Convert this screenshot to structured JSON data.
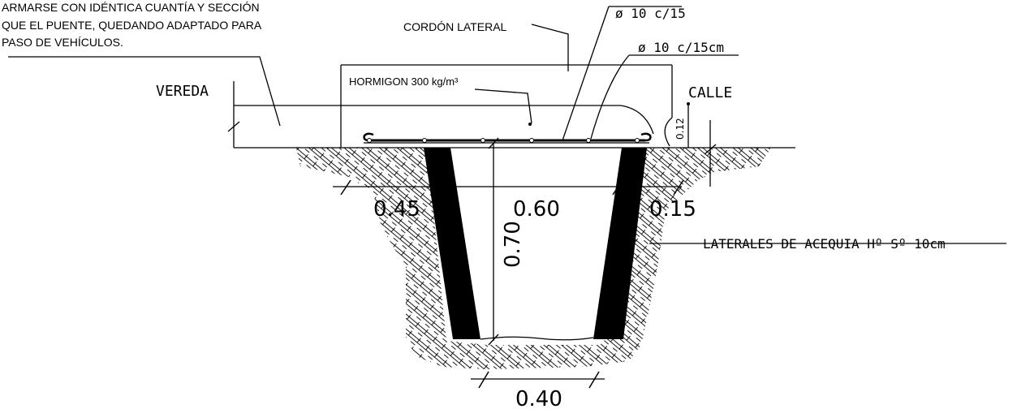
{
  "notes": {
    "line1": "ARMARSE CON IDÉNTICA CUANTÍA Y SECCIÓN",
    "line2": "QUE EL PUENTE, QUEDANDO ADAPTADO PARA",
    "line3": "PASO DE VEHÍCULOS."
  },
  "labels": {
    "cordon": "CORDÓN LATERAL",
    "rebar_top": "ø 10 c/15",
    "rebar_second": "ø 10 c/15cm",
    "concrete": "HORMIGON 300 kg/m³",
    "vereda": "VEREDA",
    "calle": "CALLE",
    "laterales": "LATERALES DE ACEQUIA Hº Sº 10cm"
  },
  "dimensions": {
    "left_overhang": "0.45",
    "top_width": "0.60",
    "right_overhang": "0.15",
    "depth": "0.70",
    "bottom_width": "0.40",
    "curb_height": "0.12"
  }
}
